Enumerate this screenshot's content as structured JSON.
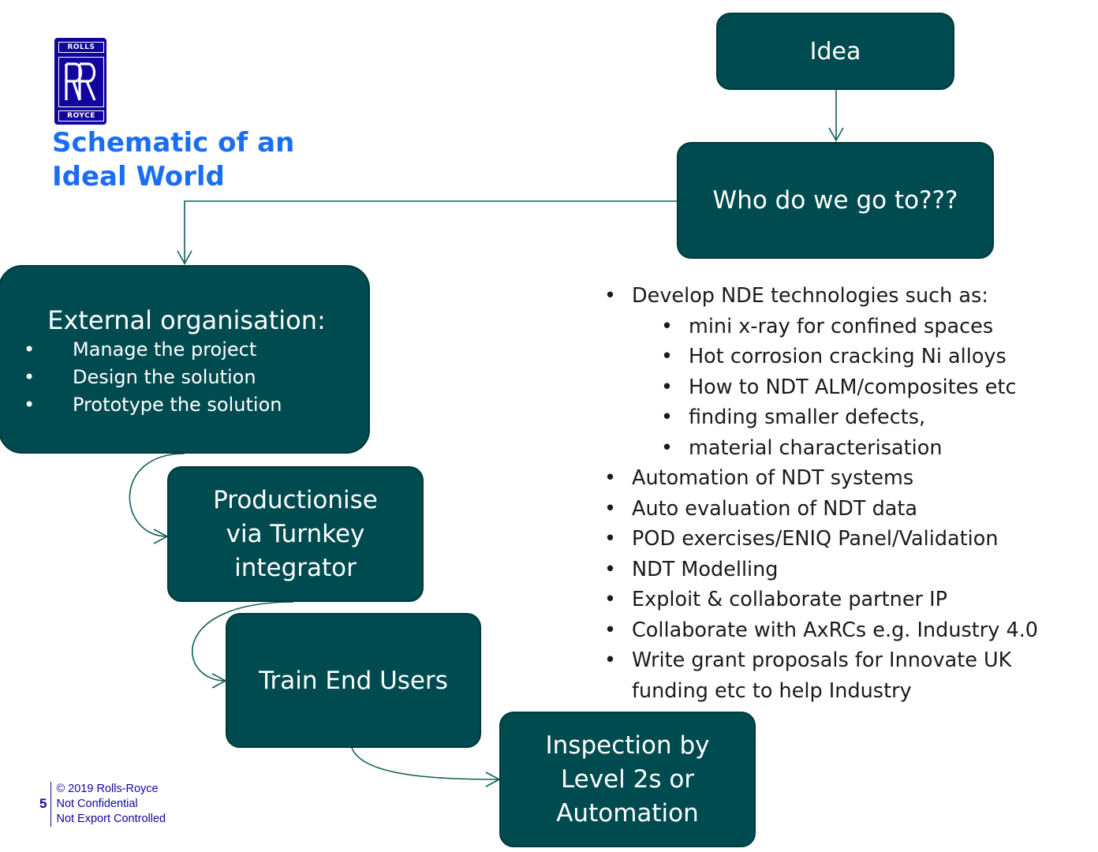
{
  "logo": {
    "top": "ROLLS",
    "bottom": "ROYCE",
    "monogram": "RR"
  },
  "title": {
    "line1": "Schematic of an",
    "line2": "Ideal World"
  },
  "boxes": {
    "idea": "Idea",
    "who": "Who do we go to???",
    "external": {
      "heading": "External organisation:",
      "items": [
        "Manage the project",
        "Design the solution",
        "Prototype the solution"
      ]
    },
    "productionise": [
      "Productionise",
      "via Turnkey",
      "integrator"
    ],
    "train": "Train End Users",
    "inspection": [
      "Inspection by",
      "Level 2s or",
      "Automation"
    ]
  },
  "right_list": {
    "develop": "Develop NDE technologies such as:",
    "develop_items": [
      "mini x-ray for confined spaces",
      "Hot corrosion cracking Ni alloys",
      "How to NDT ALM/composites etc",
      "finding smaller defects,",
      "material characterisation"
    ],
    "items": [
      "Automation of NDT systems",
      "Auto evaluation of NDT data",
      "POD exercises/ENIQ Panel/Validation",
      "NDT Modelling",
      "Exploit & collaborate partner IP",
      "Collaborate with AxRCs e.g. Industry 4.0"
    ],
    "last_line1": "Write grant proposals for Innovate UK",
    "last_line2": "funding etc to help Industry"
  },
  "footer": {
    "page": "5",
    "copyright": "© 2019 Rolls-Royce",
    "conf": "Not Confidential",
    "export": "Not Export Controlled"
  },
  "colors": {
    "box": "#004b50",
    "title": "#1b6ef3",
    "logo": "#10069f",
    "connector": "#0e5f5c"
  }
}
